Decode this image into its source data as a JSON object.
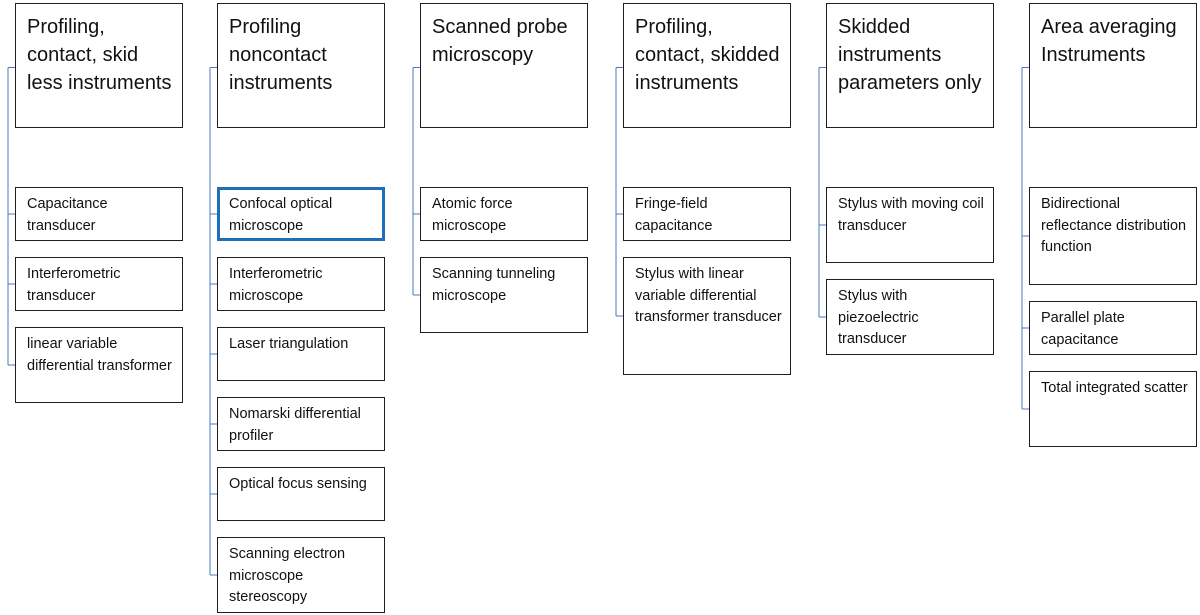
{
  "colors": {
    "connector": "#4a78c2",
    "selected_border": "#1f6fb8",
    "box_border": "#1f1f1f"
  },
  "selected": {
    "column": 1,
    "item": 0
  },
  "columns": [
    {
      "title": "Profiling, contact, skid less instruments",
      "items": [
        "Capacitance transducer",
        "Interferometric transducer",
        "linear variable differential transformer"
      ]
    },
    {
      "title": "Profiling noncontact instruments",
      "items": [
        "Confocal optical microscope",
        "Interferometric microscope",
        "Laser triangulation",
        "Nomarski differential profiler",
        "Optical focus sensing",
        "Scanning electron microscope stereoscopy"
      ]
    },
    {
      "title": "Scanned probe microscopy",
      "items": [
        "Atomic force microscope",
        "Scanning tunneling microscope"
      ]
    },
    {
      "title": "Profiling, contact, skidded instruments",
      "items": [
        "Fringe-field capacitance",
        "Stylus with linear variable differential transformer transducer"
      ]
    },
    {
      "title": "Skidded instruments parameters only",
      "items": [
        "Stylus with moving coil transducer",
        "Stylus with piezoelectric transducer"
      ]
    },
    {
      "title": "Area averaging Instruments",
      "items": [
        "Bidirectional reflectance distribution function",
        "Parallel plate capacitance",
        "Total integrated scatter"
      ]
    }
  ]
}
